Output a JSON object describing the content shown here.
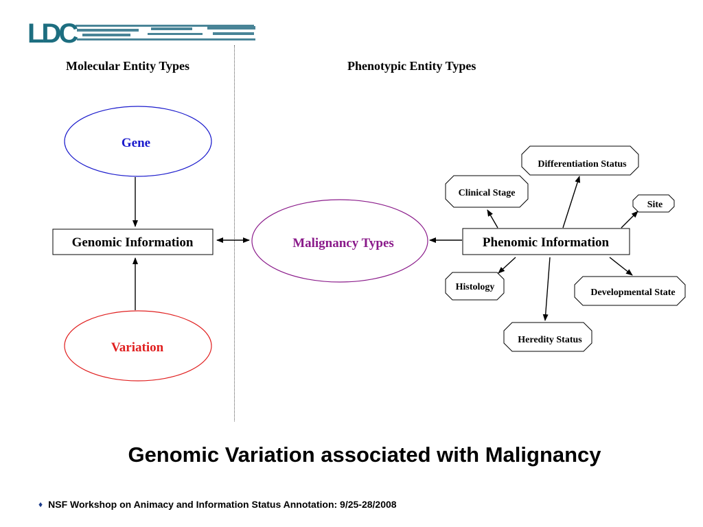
{
  "logo": {
    "text": "LDC"
  },
  "headers": {
    "molecular": "Molecular Entity Types",
    "phenotypic": "Phenotypic Entity Types"
  },
  "nodes": {
    "gene": "Gene",
    "genomic_information": "Genomic Information",
    "variation": "Variation",
    "malignancy_types": "Malignancy Types",
    "phenomic_information": "Phenomic Information",
    "differentiation_status": "Differentiation Status",
    "clinical_stage": "Clinical Stage",
    "site": "Site",
    "histology": "Histology",
    "developmental_state": "Developmental State",
    "heredity_status": "Heredity Status"
  },
  "colors": {
    "gene": "#1a1acc",
    "variation": "#e01f1f",
    "malignancy": "#8a1a8a",
    "logo": "#1d6e80"
  },
  "title": "Genomic Variation associated with  Malignancy",
  "footer": {
    "bullet": "♦",
    "text": "NSF Workshop on Animacy and Information Status Annotation: 9/25-28/2008"
  }
}
